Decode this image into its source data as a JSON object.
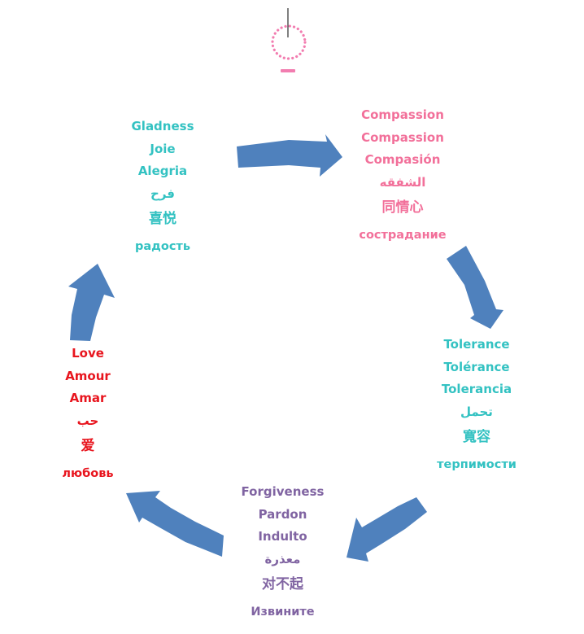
{
  "colors": {
    "arrow": "#4F81BD",
    "gladness": "#33C2C2",
    "compassion": "#F2709A",
    "tolerance": "#33C2C2",
    "forgiveness": "#8064A2",
    "love": "#E8151E",
    "bulb": "#F27DB0"
  },
  "icons": {
    "top": "lightbulb-icon"
  },
  "groups": {
    "gladness": {
      "words": [
        "Gladness",
        "Joie",
        "Alegria",
        "فرح",
        "喜悦",
        "радость"
      ]
    },
    "compassion": {
      "words": [
        "Compassion",
        "Compassion",
        "Compasión",
        "الشفقه",
        "同情心",
        "сострадание"
      ]
    },
    "tolerance": {
      "words": [
        "Tolerance",
        "Tolérance",
        "Tolerancia",
        "تحمل",
        "寬容",
        "терпимости"
      ]
    },
    "forgiveness": {
      "words": [
        "Forgiveness",
        "Pardon",
        "Indulto",
        "معذرة",
        "对不起",
        "Извините"
      ]
    },
    "love": {
      "words": [
        "Love",
        "Amour",
        "Amar",
        "حب",
        "爱",
        "любовь"
      ]
    }
  }
}
